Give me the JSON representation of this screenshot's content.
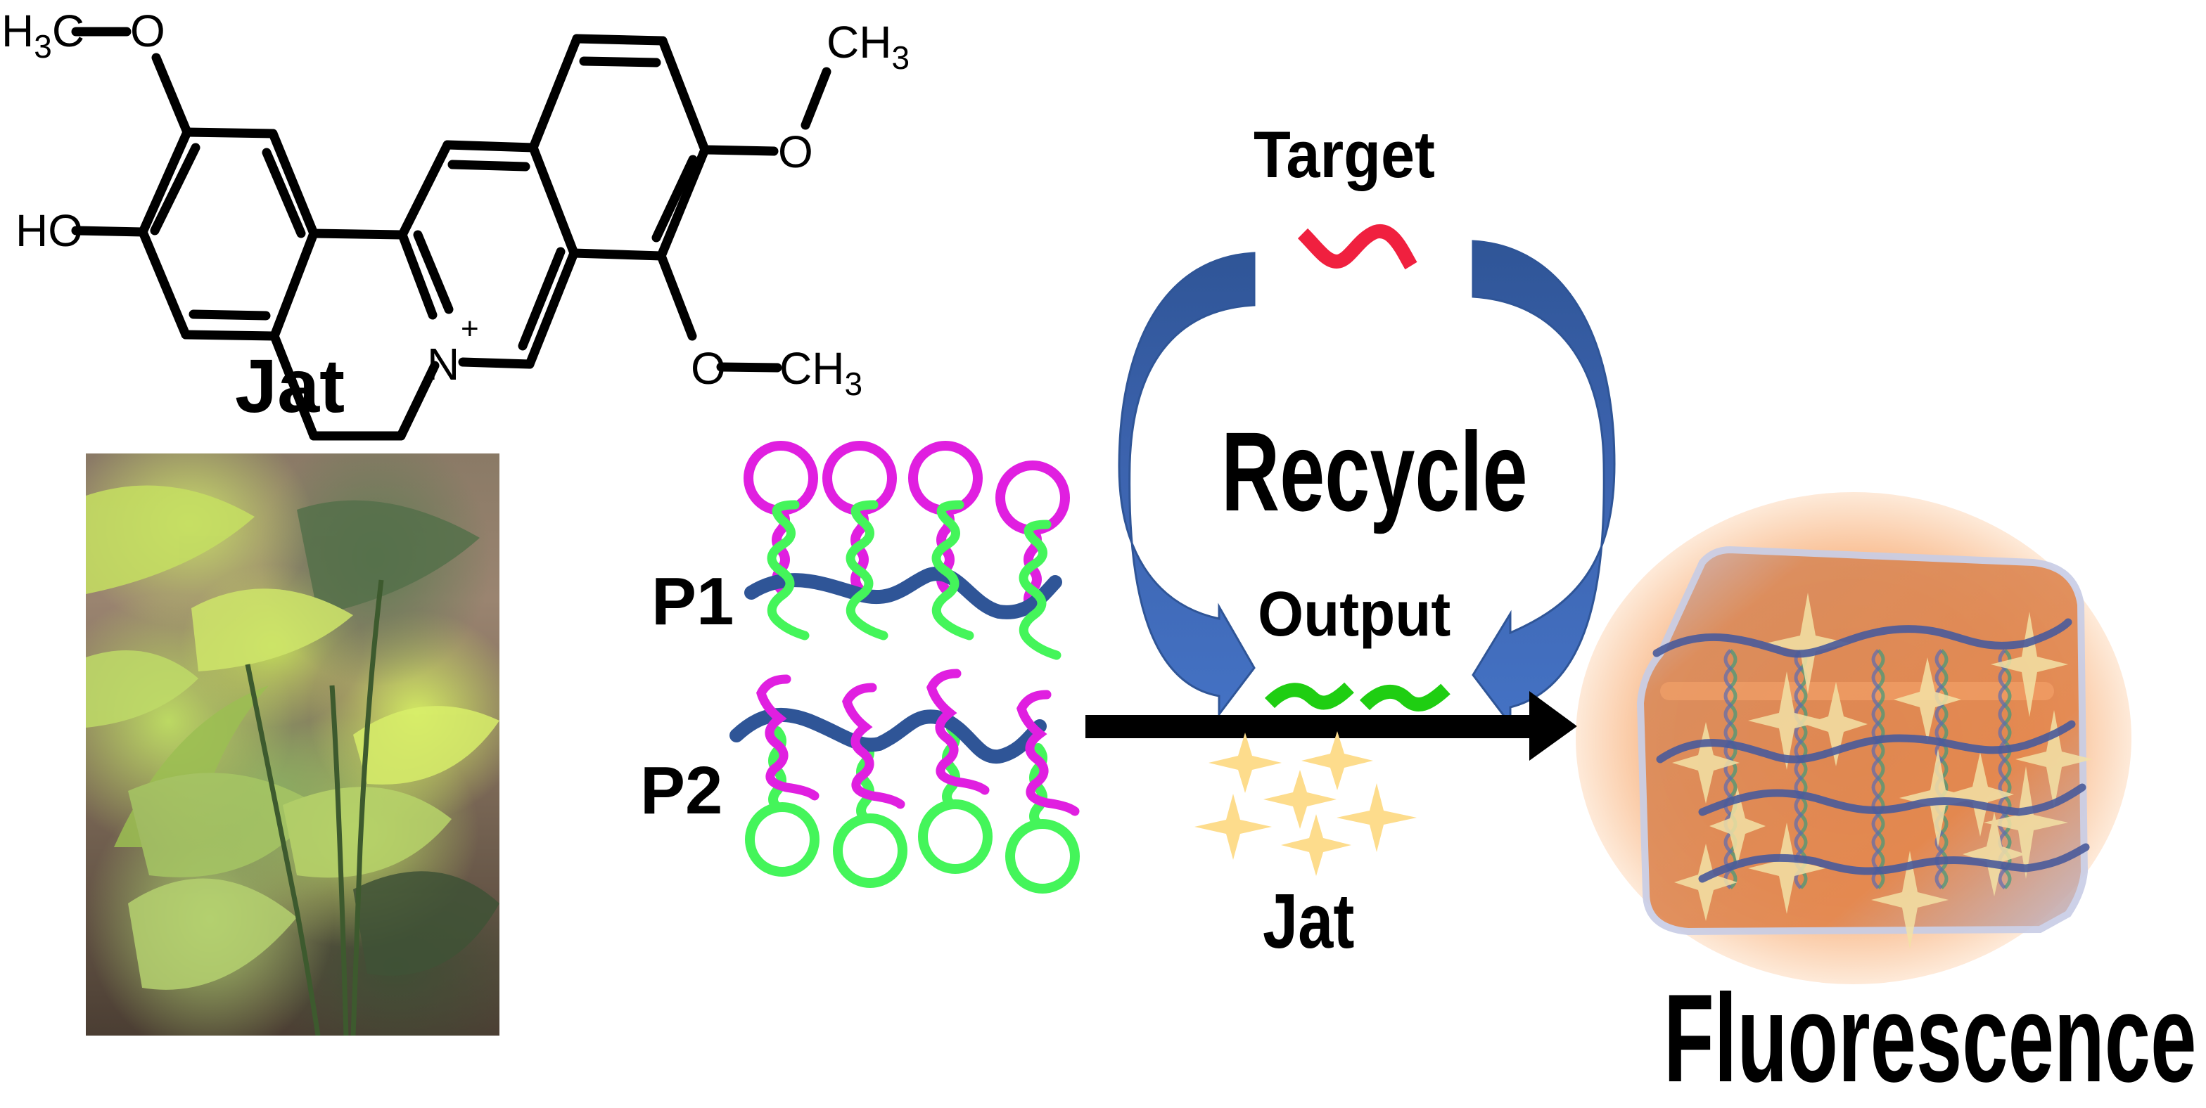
{
  "figure": {
    "type": "graphical-abstract",
    "description": "Jatrorrhizine (Jat) detection via target recycling and DNA hydrogel fluorescence"
  },
  "molecule": {
    "name_label": "Jat",
    "atoms": {
      "methoxy_top_left": "H3C",
      "oxygen": "O",
      "hydroxyl": "HO",
      "nitrogen": "N",
      "charge": "+",
      "methyl": "CH3"
    }
  },
  "photo": {
    "subject": "plant-photo"
  },
  "probes": {
    "p1_label": "P1",
    "p2_label": "P2"
  },
  "recycle": {
    "target_label": "Target",
    "center_label": "Recycle",
    "output_label": "Output"
  },
  "reaction": {
    "reagent_label": "Jat"
  },
  "result": {
    "label": "Fluorescence"
  },
  "colors": {
    "magenta_strand": "#E01FE0",
    "green_strand": "#44F55A",
    "backbone_blue": "#2F5597",
    "target_red": "#F0203F",
    "output_green": "#1FCE12",
    "arrow_blue": "#4472C4",
    "arrow_blue_dark": "#2F5597",
    "sparkle_yellow": "#FDDC8C",
    "gel_orange": "#E8854A"
  }
}
